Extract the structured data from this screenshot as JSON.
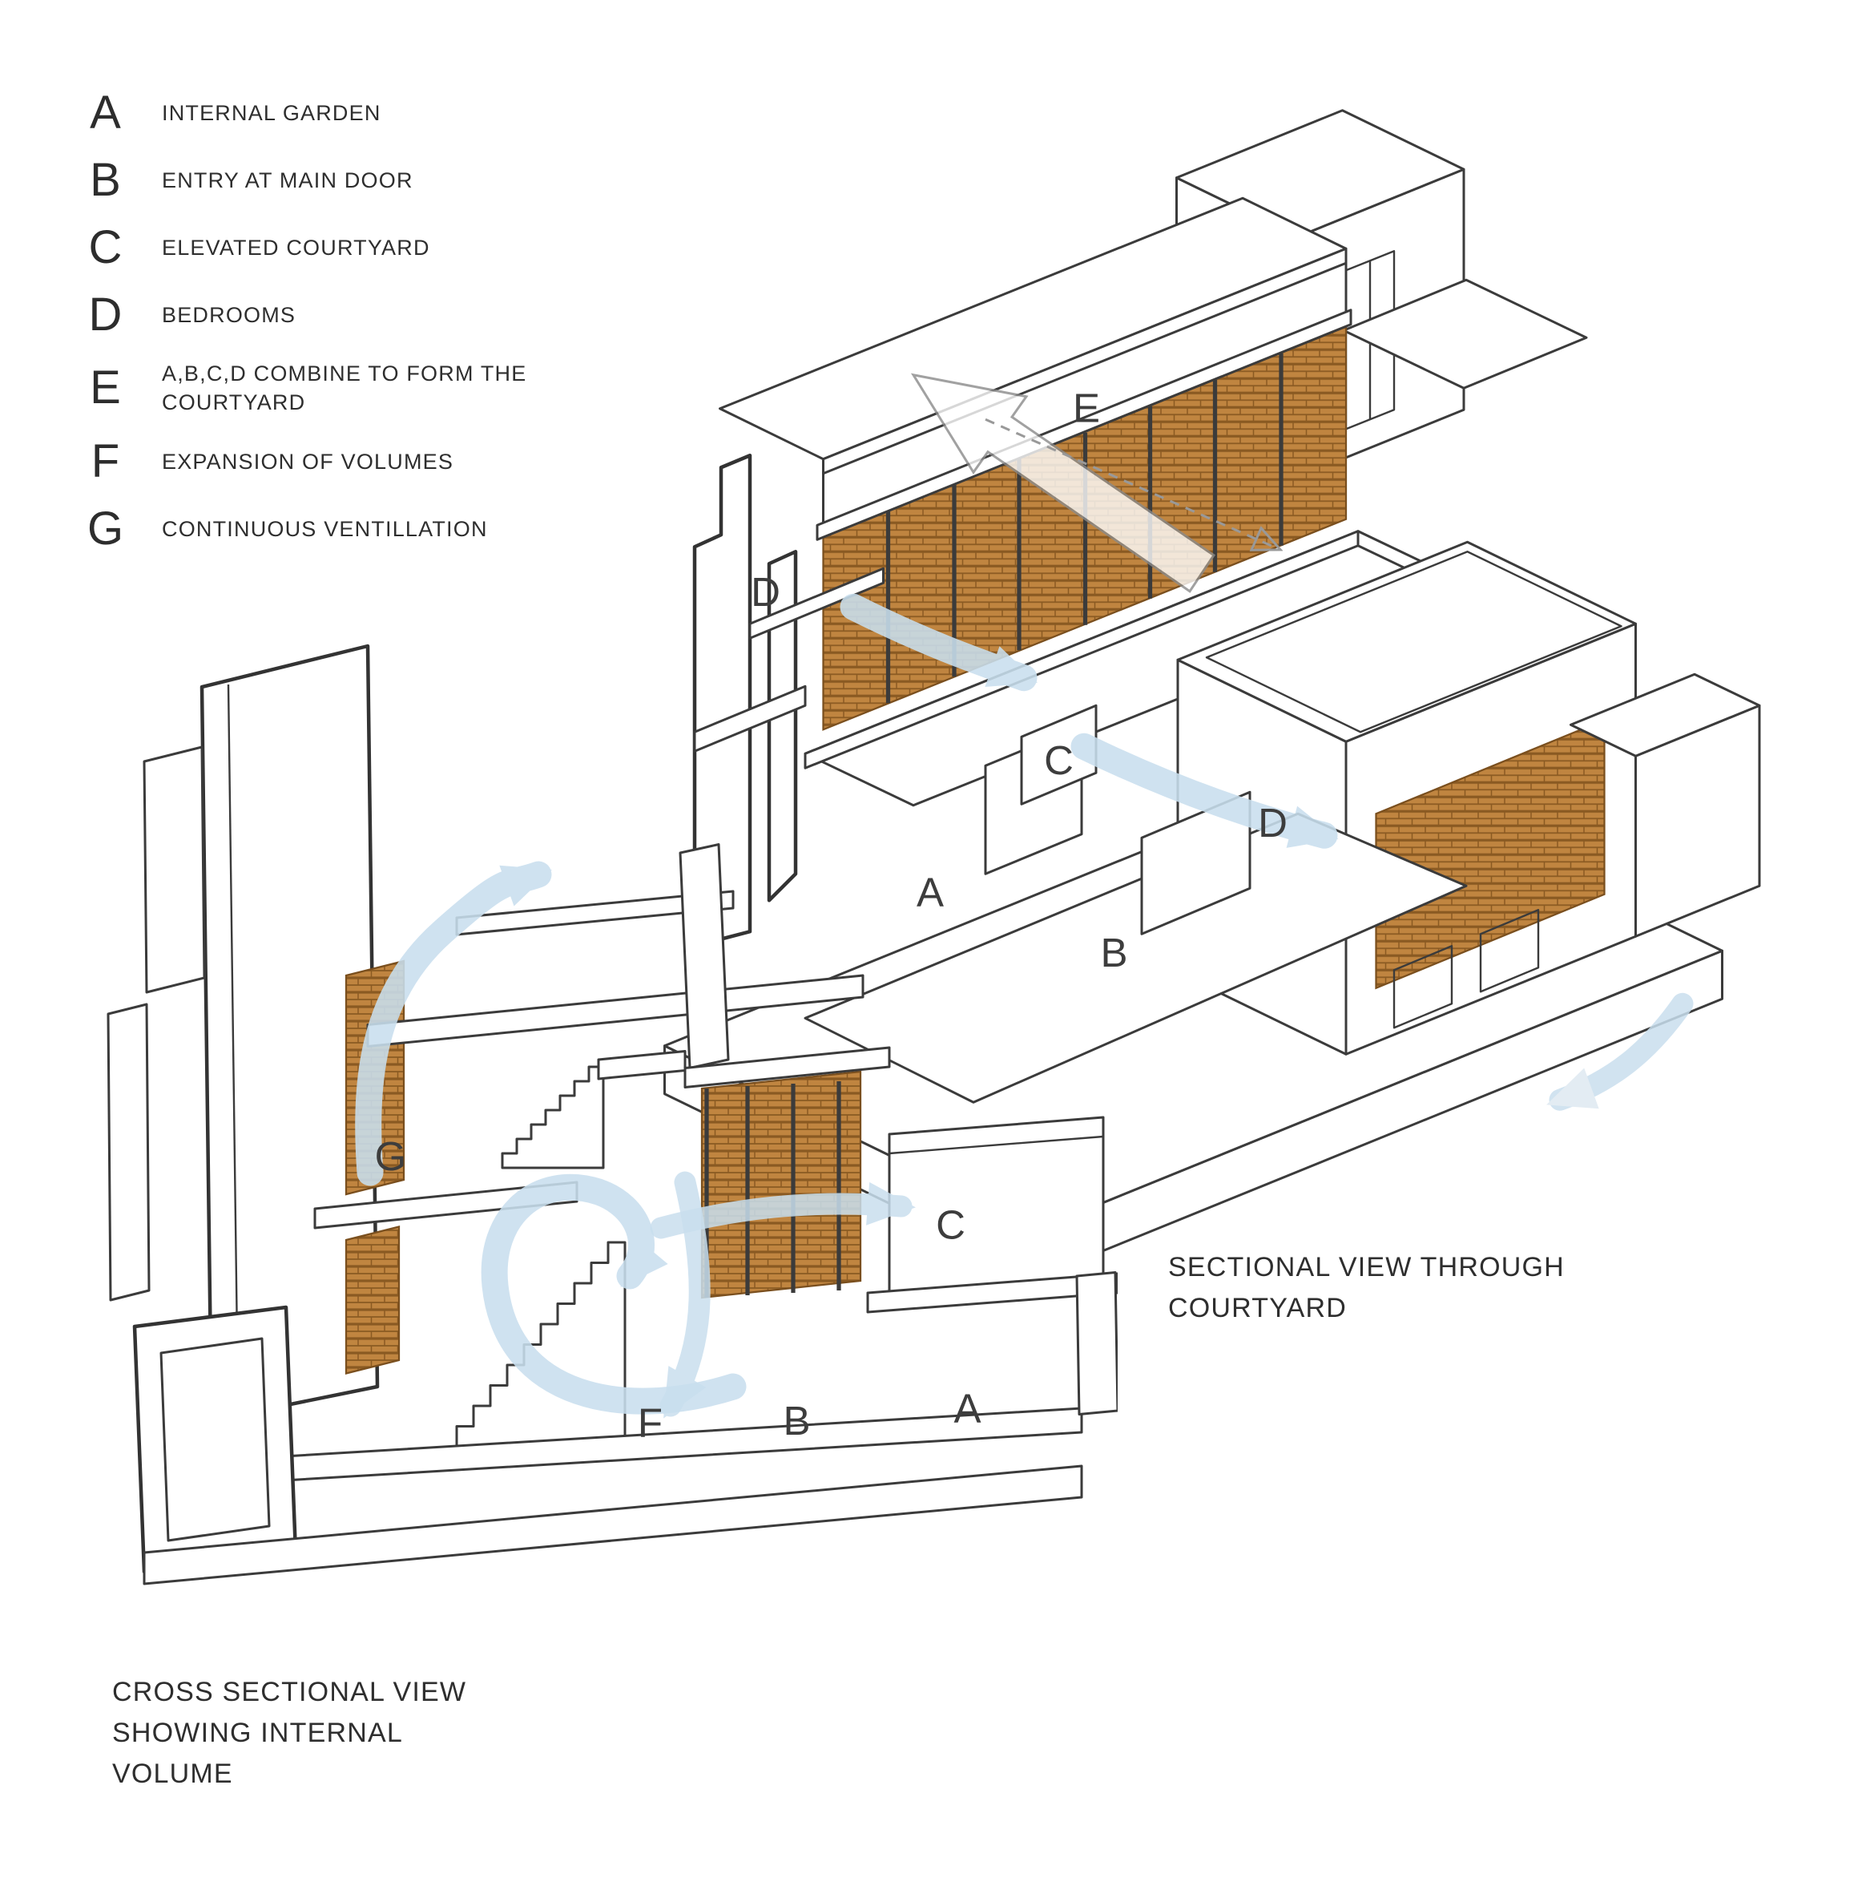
{
  "legend": {
    "items": [
      {
        "letter": "A",
        "label": "INTERNAL GARDEN"
      },
      {
        "letter": "B",
        "label": "ENTRY AT MAIN DOOR"
      },
      {
        "letter": "C",
        "label": "ELEVATED COURTYARD"
      },
      {
        "letter": "D",
        "label": "BEDROOMS"
      },
      {
        "letter": "E",
        "label": "A,B,C,D COMBINE TO FORM THE COURTYARD"
      },
      {
        "letter": "F",
        "label": "EXPANSION OF VOLUMES"
      },
      {
        "letter": "G",
        "label": "CONTINUOUS VENTILLATION"
      }
    ]
  },
  "sectional_view": {
    "caption": {
      "lines": [
        "SECTIONAL VIEW THROUGH",
        "COURTYARD"
      ]
    },
    "labels": {
      "e": "E",
      "d_upper": "D",
      "a": "A",
      "c": "C",
      "d_lower": "D",
      "b": "B"
    }
  },
  "cross_section_view": {
    "caption": {
      "lines": [
        "CROSS SECTIONAL VIEW",
        "SHOWING INTERNAL",
        "VOLUME"
      ]
    },
    "labels": {
      "g": "G",
      "c": "C",
      "f": "F",
      "b": "B",
      "a": "A"
    }
  },
  "colors": {
    "brick": "#c08540",
    "brick_joint": "#8a5a22",
    "line": "#3b3b3b",
    "airflow": "#c9dfee"
  }
}
